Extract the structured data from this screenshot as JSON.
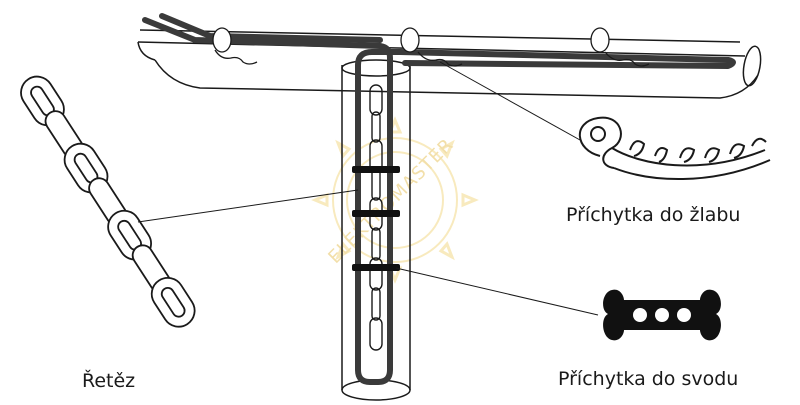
{
  "labels": {
    "gutter_clip": "Příchytka do žlabu",
    "downpipe_clip": "Příchytka do svodu",
    "chain": "Řetěz"
  },
  "watermark": {
    "text": "ELEKTROMASTER"
  },
  "colors": {
    "outline": "#1a1a1a",
    "cable": "#3a3a3a",
    "clip_fill": "#111111",
    "watermark": "#f3d98a"
  }
}
